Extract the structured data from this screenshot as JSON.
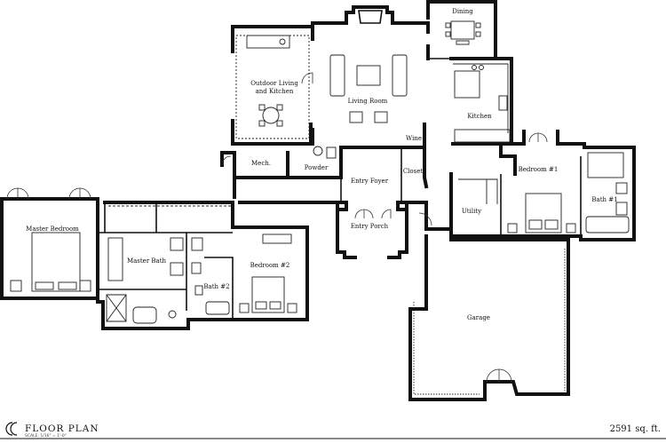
{
  "rooms": {
    "dining": "Dining",
    "outdoor_living": "Outdoor Living",
    "outdoor_living_2": "and Kitchen",
    "living_room": "Living Room",
    "kitchen": "Kitchen",
    "wine": "Wine",
    "mech": "Mech.",
    "powder": "Powder",
    "entry_foyer": "Entry Foyer",
    "closet": "Closet",
    "bedroom1": "Bedroom #1",
    "bath1": "Bath #1",
    "utility": "Utility",
    "master_bedroom": "Master Bedroom",
    "master_bath": "Master Bath",
    "bath2": "Bath #2",
    "bedroom2": "Bedroom #2",
    "entry_porch": "Entry Porch",
    "garage": "Garage"
  },
  "footer": {
    "title": "FLOOR PLAN",
    "scale": "SCALE: 1/16\" = 1'-0\"",
    "area": "2591 sq. ft."
  }
}
